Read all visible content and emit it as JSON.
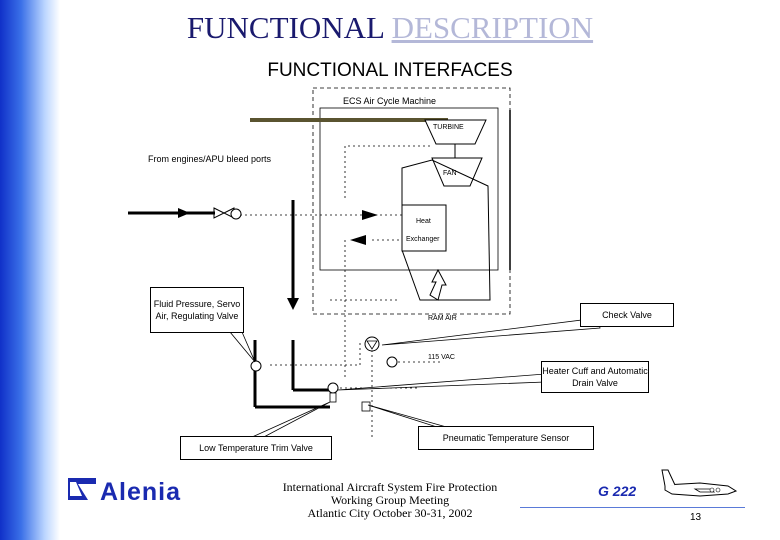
{
  "header": {
    "title_part1": "FUNCTIONAL ",
    "title_part2": "DESCRIPTION",
    "subtitle": "FUNCTIONAL INTERFACES"
  },
  "diagram": {
    "ecs_label": "ECS Air Cycle Machine",
    "turbine": "TURBINE",
    "fan": "FAN",
    "heat": "Heat",
    "exchanger": "Exchanger",
    "ram_air": "RAM AIR",
    "bleed_label": "From engines/APU bleed ports",
    "vac": "115 VAC"
  },
  "callouts": {
    "fluid_pressure": "Fluid Pressure, Servo Air, Regulating Valve",
    "check_valve": "Check Valve",
    "heater_cuff": "Heater Cuff and Automatic Drain Valve",
    "pneumatic_sensor": "Pneumatic Temperature Sensor",
    "low_temp_valve": "Low Temperature Trim Valve"
  },
  "footer": {
    "logo_name": "Alenia",
    "line1": "International Aircraft System Fire Protection",
    "line2": "Working Group Meeting",
    "line3": "Atlantic City October 30-31, 2002",
    "code": "G 222",
    "page": "13"
  },
  "colors": {
    "sidebar_blue": "#1030c8",
    "title_dark": "#1a1a6e",
    "title_light": "#b4b8d8",
    "brand_blue": "#1a2ab0",
    "duct_olive": "#5a5430"
  },
  "icons": [
    "alenia-logo-icon",
    "aircraft-icon",
    "arrow-up-icon",
    "valve-icon"
  ]
}
